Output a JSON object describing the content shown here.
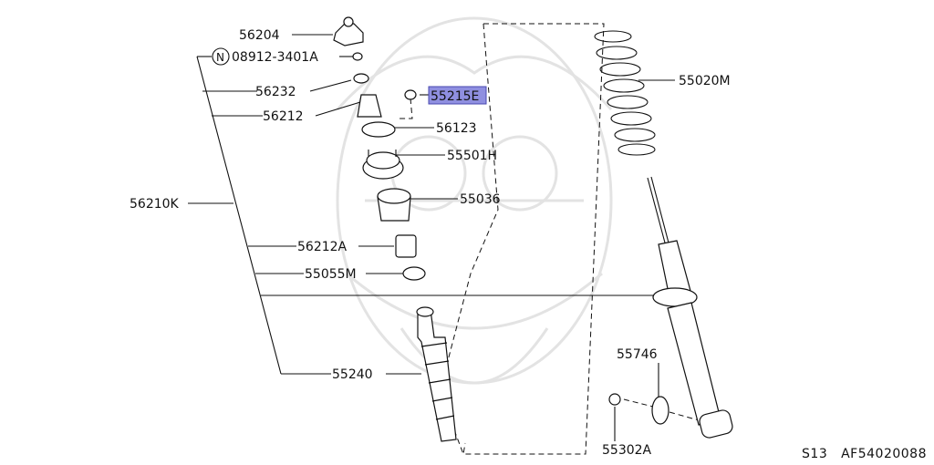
{
  "labels": {
    "p56204": "56204",
    "p08912": "08912-3401A",
    "p56232": "56232",
    "p56212": "56212",
    "p55215e": "55215E",
    "p56123": "56123",
    "p55501h": "55501H",
    "p55036": "55036",
    "p56210k": "56210K",
    "p56212a": "56212A",
    "p55055m": "55055M",
    "p55240": "55240",
    "p55020m": "55020M",
    "p55746": "55746",
    "p55302a": "55302A"
  },
  "n_symbol": "N",
  "highlight_color": "#8f8fe0",
  "footer": {
    "model": "S13",
    "code": "AF54020088"
  }
}
